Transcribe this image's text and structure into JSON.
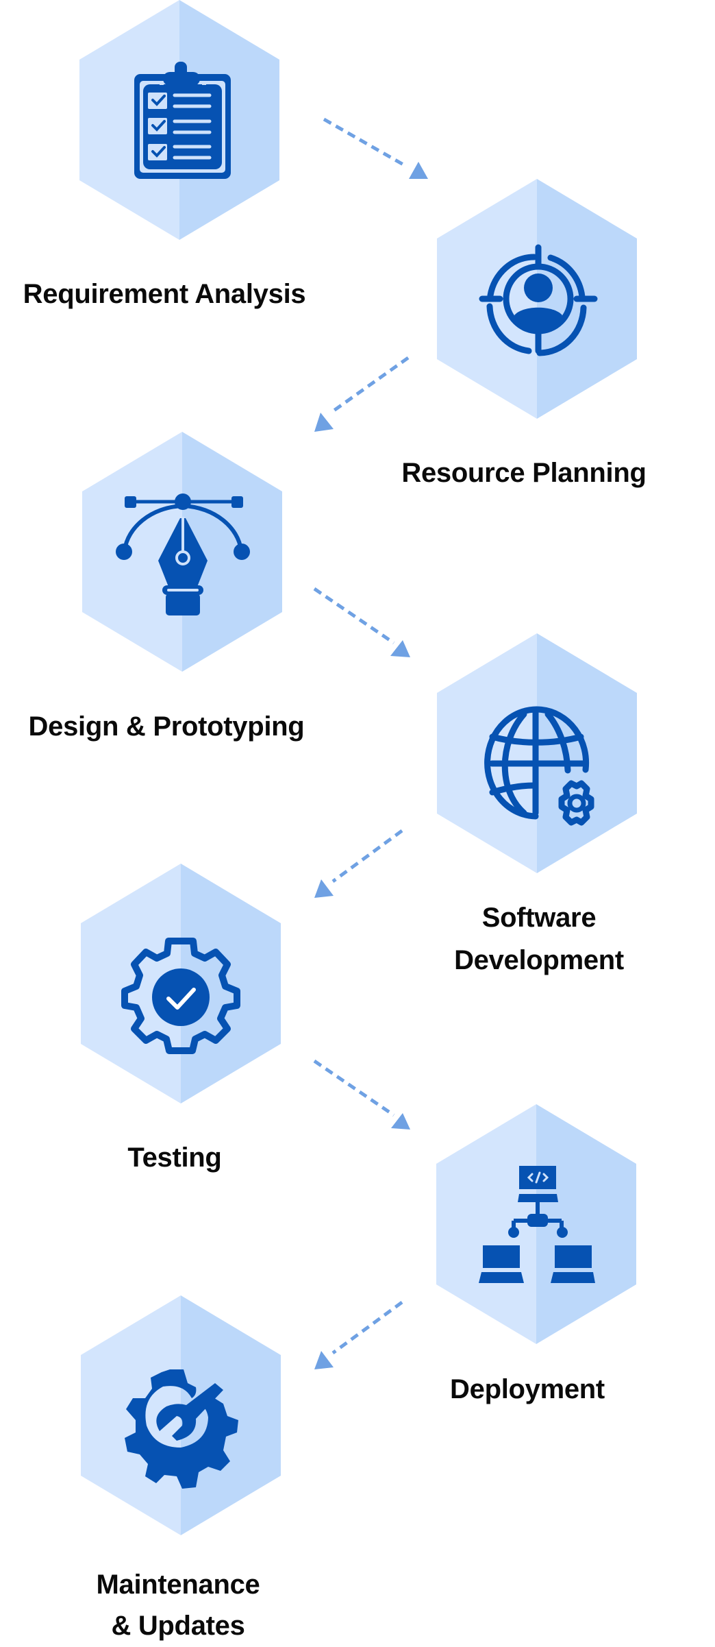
{
  "diagram": {
    "type": "process-flow",
    "colors": {
      "hex_left": "#d3e5fd",
      "hex_right": "#bcd8fa",
      "icon": "#0652b2",
      "arrow": "#6fa1e3",
      "label": "#0a0a0a",
      "background": "#ffffff"
    },
    "steps": [
      {
        "order": 1,
        "label_lines": [
          "Requirement Analysis"
        ],
        "icon": "clipboard-checklist-icon"
      },
      {
        "order": 2,
        "label_lines": [
          "Resource Planning"
        ],
        "icon": "target-person-icon"
      },
      {
        "order": 3,
        "label_lines": [
          "Design & Prototyping"
        ],
        "icon": "pen-tool-bezier-icon"
      },
      {
        "order": 4,
        "label_lines": [
          "Software",
          "Development"
        ],
        "icon": "globe-gear-icon"
      },
      {
        "order": 5,
        "label_lines": [
          "Testing"
        ],
        "icon": "gear-check-icon"
      },
      {
        "order": 6,
        "label_lines": [
          "Deployment"
        ],
        "icon": "network-computers-code-icon"
      },
      {
        "order": 7,
        "label_lines": [
          "Maintenance",
          "& Updates"
        ],
        "icon": "gear-wrench-icon"
      }
    ],
    "connectors": [
      {
        "from": 1,
        "to": 2,
        "style": "dashed-arrow"
      },
      {
        "from": 2,
        "to": 3,
        "style": "dashed-arrow"
      },
      {
        "from": 3,
        "to": 4,
        "style": "dashed-arrow"
      },
      {
        "from": 4,
        "to": 5,
        "style": "dashed-arrow"
      },
      {
        "from": 5,
        "to": 6,
        "style": "dashed-arrow"
      },
      {
        "from": 6,
        "to": 7,
        "style": "dashed-arrow"
      }
    ]
  }
}
